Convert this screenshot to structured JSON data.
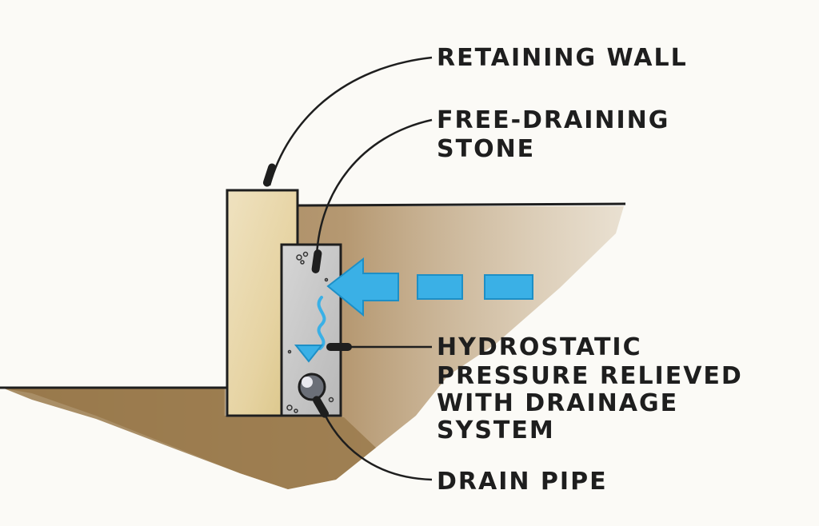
{
  "labels": {
    "retaining_wall": "RETAINING WALL",
    "free_draining_line1": "FREE-DRAINING",
    "free_draining_line2": "STONE",
    "hydro_line1": "HYDROSTATIC",
    "hydro_line2": "PRESSURE RELIEVED",
    "hydro_line3": "WITH DRAINAGE",
    "hydro_line4": "SYSTEM",
    "drain_pipe": "DRAIN PIPE"
  },
  "colors": {
    "paper": "#fbfaf6",
    "soil": "#a98657",
    "wall": "#e8d7ae",
    "stone": "#c9c9c9",
    "water_arrow": "#3ab0e6",
    "ink": "#1e1e1e"
  }
}
